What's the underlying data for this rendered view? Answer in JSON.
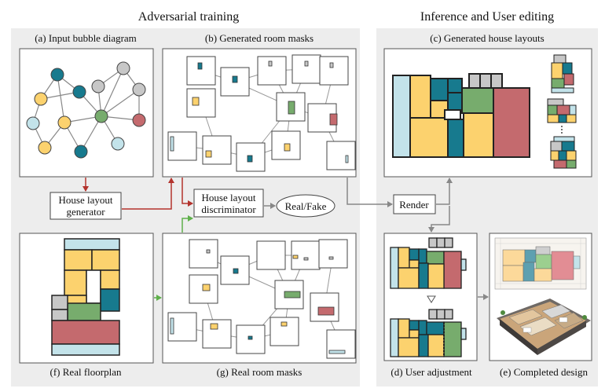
{
  "headers": {
    "left": "Adversarial training",
    "right": "Inference and User editing"
  },
  "panels": {
    "a": "(a) Input bubble diagram",
    "b": "(b) Generated room masks",
    "c": "(c) Generated house layouts",
    "d": "(d) User adjustment",
    "e": "(e) Completed design",
    "f": "(f) Real floorplan",
    "g": "(g) Real room masks"
  },
  "boxes": {
    "generator_line1": "House layout",
    "generator_line2": "generator",
    "discriminator_line1": "House layout",
    "discriminator_line2": "discriminator",
    "output": "Real/Fake",
    "render": "Render"
  },
  "colors": {
    "panel_bg": "#ededed",
    "yellow": "#fcd26e",
    "teal": "#177a8e",
    "gray": "#c7c7c7",
    "green": "#77ac6d",
    "red": "#c46a6e",
    "lightblue": "#c3e3ea",
    "arrow_red": "#b3332d",
    "arrow_green": "#5fb04b",
    "arrow_gray": "#888888"
  }
}
